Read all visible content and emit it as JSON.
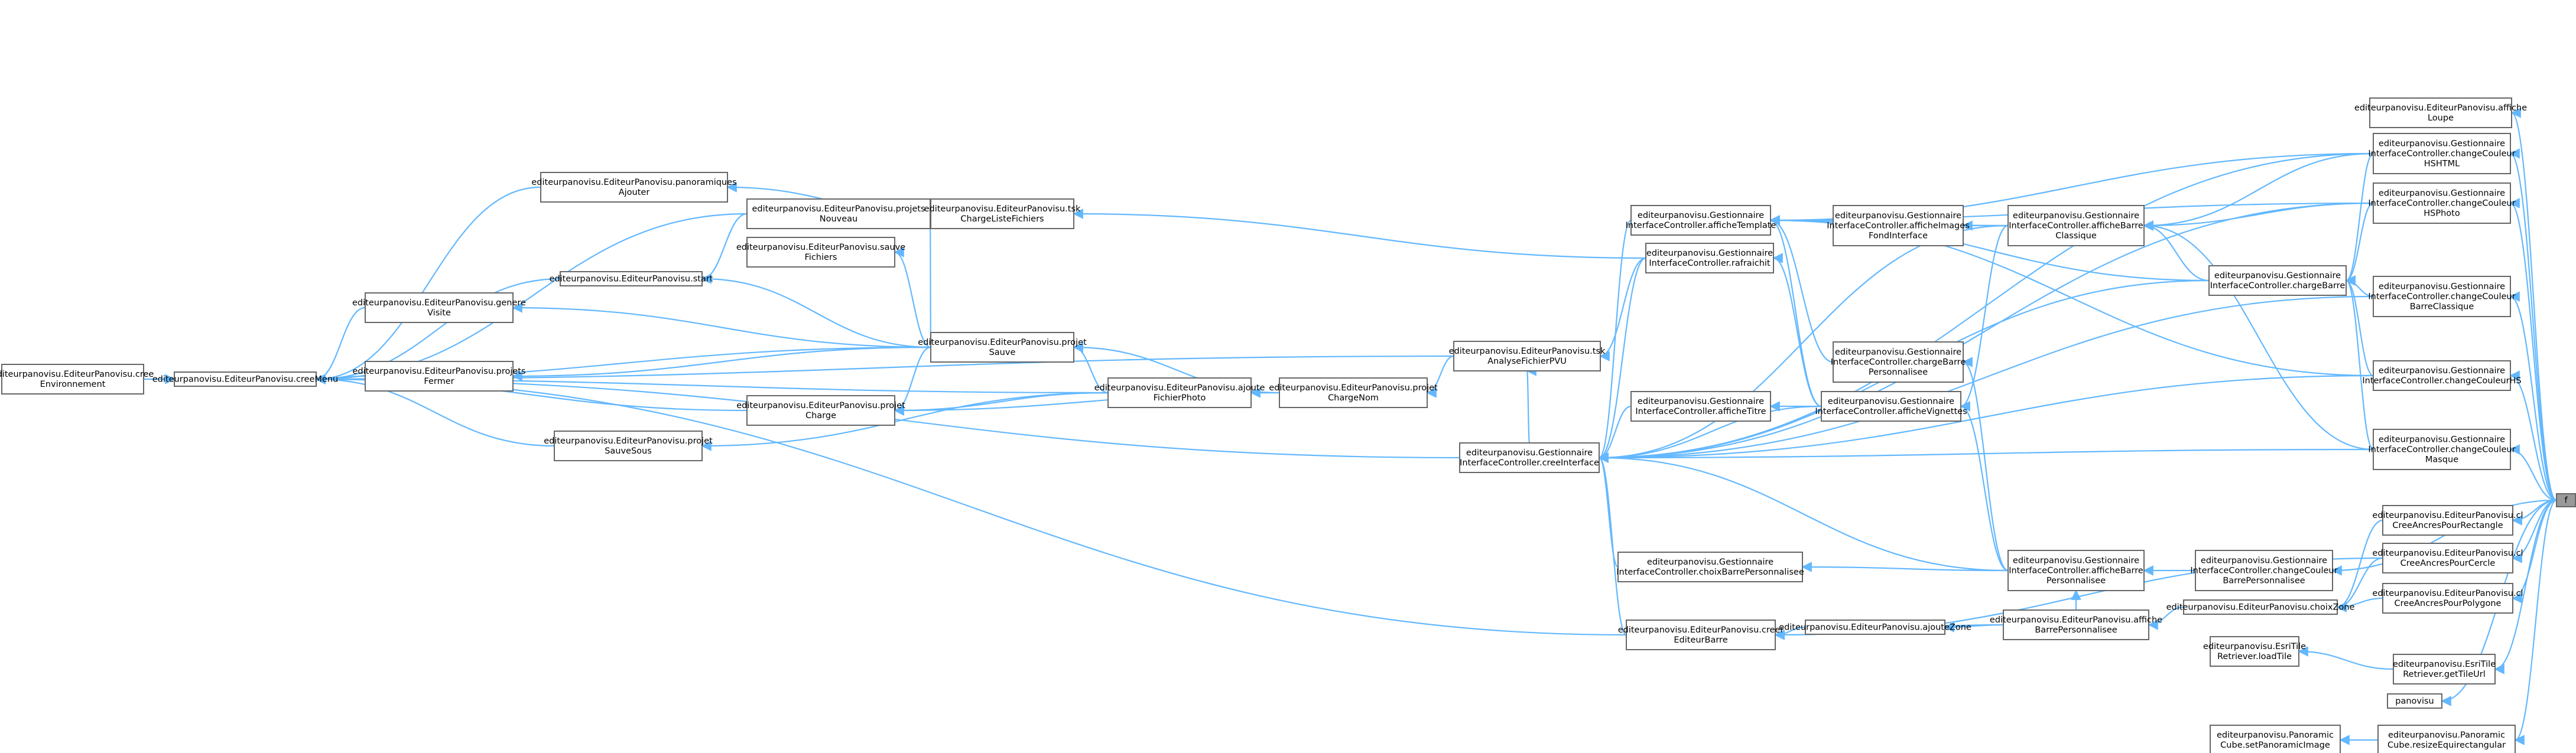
{
  "nodes": [
    {
      "id": "root",
      "lines": [
        "f"
      ],
      "root": true
    },
    {
      "id": "cree_env",
      "lines": [
        "editeurpanovisu.EditeurPanovisu.cree",
        "Environnement"
      ]
    },
    {
      "id": "cree_menu",
      "lines": [
        "editeurpanovisu.EditeurPanovisu.creeMenu"
      ]
    },
    {
      "id": "pano_ajouter",
      "lines": [
        "editeurpanovisu.EditeurPanovisu.panoramiques",
        "Ajouter"
      ]
    },
    {
      "id": "projets_nouveau",
      "lines": [
        "editeurpanovisu.EditeurPanovisu.projets",
        "Nouveau"
      ]
    },
    {
      "id": "sauve_fichiers",
      "lines": [
        "editeurpanovisu.EditeurPanovisu.sauve",
        "Fichiers"
      ]
    },
    {
      "id": "start",
      "lines": [
        "editeurpanovisu.EditeurPanovisu.start"
      ]
    },
    {
      "id": "genere_visite",
      "lines": [
        "editeurpanovisu.EditeurPanovisu.genere",
        "Visite"
      ]
    },
    {
      "id": "projets_fermer",
      "lines": [
        "editeurpanovisu.EditeurPanovisu.projets",
        "Fermer"
      ]
    },
    {
      "id": "projet_charge",
      "lines": [
        "editeurpanovisu.EditeurPanovisu.projet",
        "Charge"
      ]
    },
    {
      "id": "projet_sauvesous",
      "lines": [
        "editeurpanovisu.EditeurPanovisu.projet",
        "SauveSous"
      ]
    },
    {
      "id": "tsk_charge_liste",
      "lines": [
        "editeurpanovisu.EditeurPanovisu.tsk",
        "ChargeListeFichiers"
      ]
    },
    {
      "id": "projet_sauve",
      "lines": [
        "editeurpanovisu.EditeurPanovisu.projet",
        "Sauve"
      ]
    },
    {
      "id": "ajoute_fichier",
      "lines": [
        "editeurpanovisu.EditeurPanovisu.ajoute",
        "FichierPhoto"
      ]
    },
    {
      "id": "projet_chargenom",
      "lines": [
        "editeurpanovisu.EditeurPanovisu.projet",
        "ChargeNom"
      ]
    },
    {
      "id": "tsk_analyse",
      "lines": [
        "editeurpanovisu.EditeurPanovisu.tsk",
        "AnalyseFichierPVU"
      ]
    },
    {
      "id": "gic_cree_interface",
      "lines": [
        "editeurpanovisu.Gestionnaire",
        "InterfaceController.creeInterface"
      ]
    },
    {
      "id": "gic_affiche_template",
      "lines": [
        "editeurpanovisu.Gestionnaire",
        "InterfaceController.afficheTemplate"
      ]
    },
    {
      "id": "gic_rafraichit",
      "lines": [
        "editeurpanovisu.Gestionnaire",
        "InterfaceController.rafraichit"
      ]
    },
    {
      "id": "gic_affiche_titre",
      "lines": [
        "editeurpanovisu.Gestionnaire",
        "InterfaceController.afficheTitre"
      ]
    },
    {
      "id": "gic_choix_barre",
      "lines": [
        "editeurpanovisu.Gestionnaire",
        "InterfaceController.choixBarrePersonnalisee"
      ]
    },
    {
      "id": "creer_editeur",
      "lines": [
        "editeurpanovisu.EditeurPanovisu.creer",
        "EditeurBarre"
      ]
    },
    {
      "id": "ajoute_zone",
      "lines": [
        "editeurpanovisu.EditeurPanovisu.ajouteZone"
      ]
    },
    {
      "id": "gic_affiche_images",
      "lines": [
        "editeurpanovisu.Gestionnaire",
        "InterfaceController.afficheImages",
        "FondInterface"
      ]
    },
    {
      "id": "gic_charge_barre_perso",
      "lines": [
        "editeurpanovisu.Gestionnaire",
        "InterfaceController.chargeBarre",
        "Personnalisee"
      ]
    },
    {
      "id": "gic_affiche_vignettes",
      "lines": [
        "editeurpanovisu.Gestionnaire",
        "InterfaceController.afficheVignettes"
      ]
    },
    {
      "id": "gic_affiche_barre_classique",
      "lines": [
        "editeurpanovisu.Gestionnaire",
        "InterfaceController.afficheBarre",
        "Classique"
      ]
    },
    {
      "id": "gic_affiche_barre_perso",
      "lines": [
        "editeurpanovisu.Gestionnaire",
        "InterfaceController.afficheBarre",
        "Personnalisee"
      ]
    },
    {
      "id": "affiche_barre_perso",
      "lines": [
        "editeurpanovisu.EditeurPanovisu.affiche",
        "BarrePersonnalisee"
      ]
    },
    {
      "id": "gic_charge_barre",
      "lines": [
        "editeurpanovisu.Gestionnaire",
        "InterfaceController.chargeBarre"
      ]
    },
    {
      "id": "gic_change_couleur_barre_perso",
      "lines": [
        "editeurpanovisu.Gestionnaire",
        "InterfaceController.changeCouleur",
        "BarrePersonnalisee"
      ]
    },
    {
      "id": "choix_zone",
      "lines": [
        "editeurpanovisu.EditeurPanovisu.choixZone"
      ]
    },
    {
      "id": "affiche_loupe",
      "lines": [
        "editeurpanovisu.EditeurPanovisu.affiche",
        "Loupe"
      ]
    },
    {
      "id": "gic_cc_hshtml",
      "lines": [
        "editeurpanovisu.Gestionnaire",
        "InterfaceController.changeCouleur",
        "HSHTML"
      ]
    },
    {
      "id": "gic_cc_hsphoto",
      "lines": [
        "editeurpanovisu.Gestionnaire",
        "InterfaceController.changeCouleur",
        "HSPhoto"
      ]
    },
    {
      "id": "gic_cc_barre_classique",
      "lines": [
        "editeurpanovisu.Gestionnaire",
        "InterfaceController.changeCouleur",
        "BarreClassique"
      ]
    },
    {
      "id": "gic_cc_hs",
      "lines": [
        "editeurpanovisu.Gestionnaire",
        "InterfaceController.changeCouleurHS"
      ]
    },
    {
      "id": "gic_cc_masque",
      "lines": [
        "editeurpanovisu.Gestionnaire",
        "InterfaceController.changeCouleur",
        "Masque"
      ]
    },
    {
      "id": "cl_rectangle",
      "lines": [
        "editeurpanovisu.EditeurPanovisu.cl",
        "CreeAncresPourRectangle"
      ]
    },
    {
      "id": "cl_cercle",
      "lines": [
        "editeurpanovisu.EditeurPanovisu.cl",
        "CreeAncresPourCercle"
      ]
    },
    {
      "id": "cl_polygone",
      "lines": [
        "editeurpanovisu.EditeurPanovisu.cl",
        "CreeAncresPourPolygone"
      ]
    },
    {
      "id": "esri_loadtile",
      "lines": [
        "editeurpanovisu.EsriTile",
        "Retriever.loadTile"
      ]
    },
    {
      "id": "esri_gettileurl",
      "lines": [
        "editeurpanovisu.EsriTile",
        "Retriever.getTileUrl"
      ]
    },
    {
      "id": "panovisu",
      "lines": [
        "panovisu"
      ]
    },
    {
      "id": "cube_set",
      "lines": [
        "editeurpanovisu.Panoramic",
        "Cube.setPanoramicImage"
      ]
    },
    {
      "id": "cube_resize",
      "lines": [
        "editeurpanovisu.Panoramic",
        "Cube.resizeEquirectangular"
      ]
    }
  ]
}
